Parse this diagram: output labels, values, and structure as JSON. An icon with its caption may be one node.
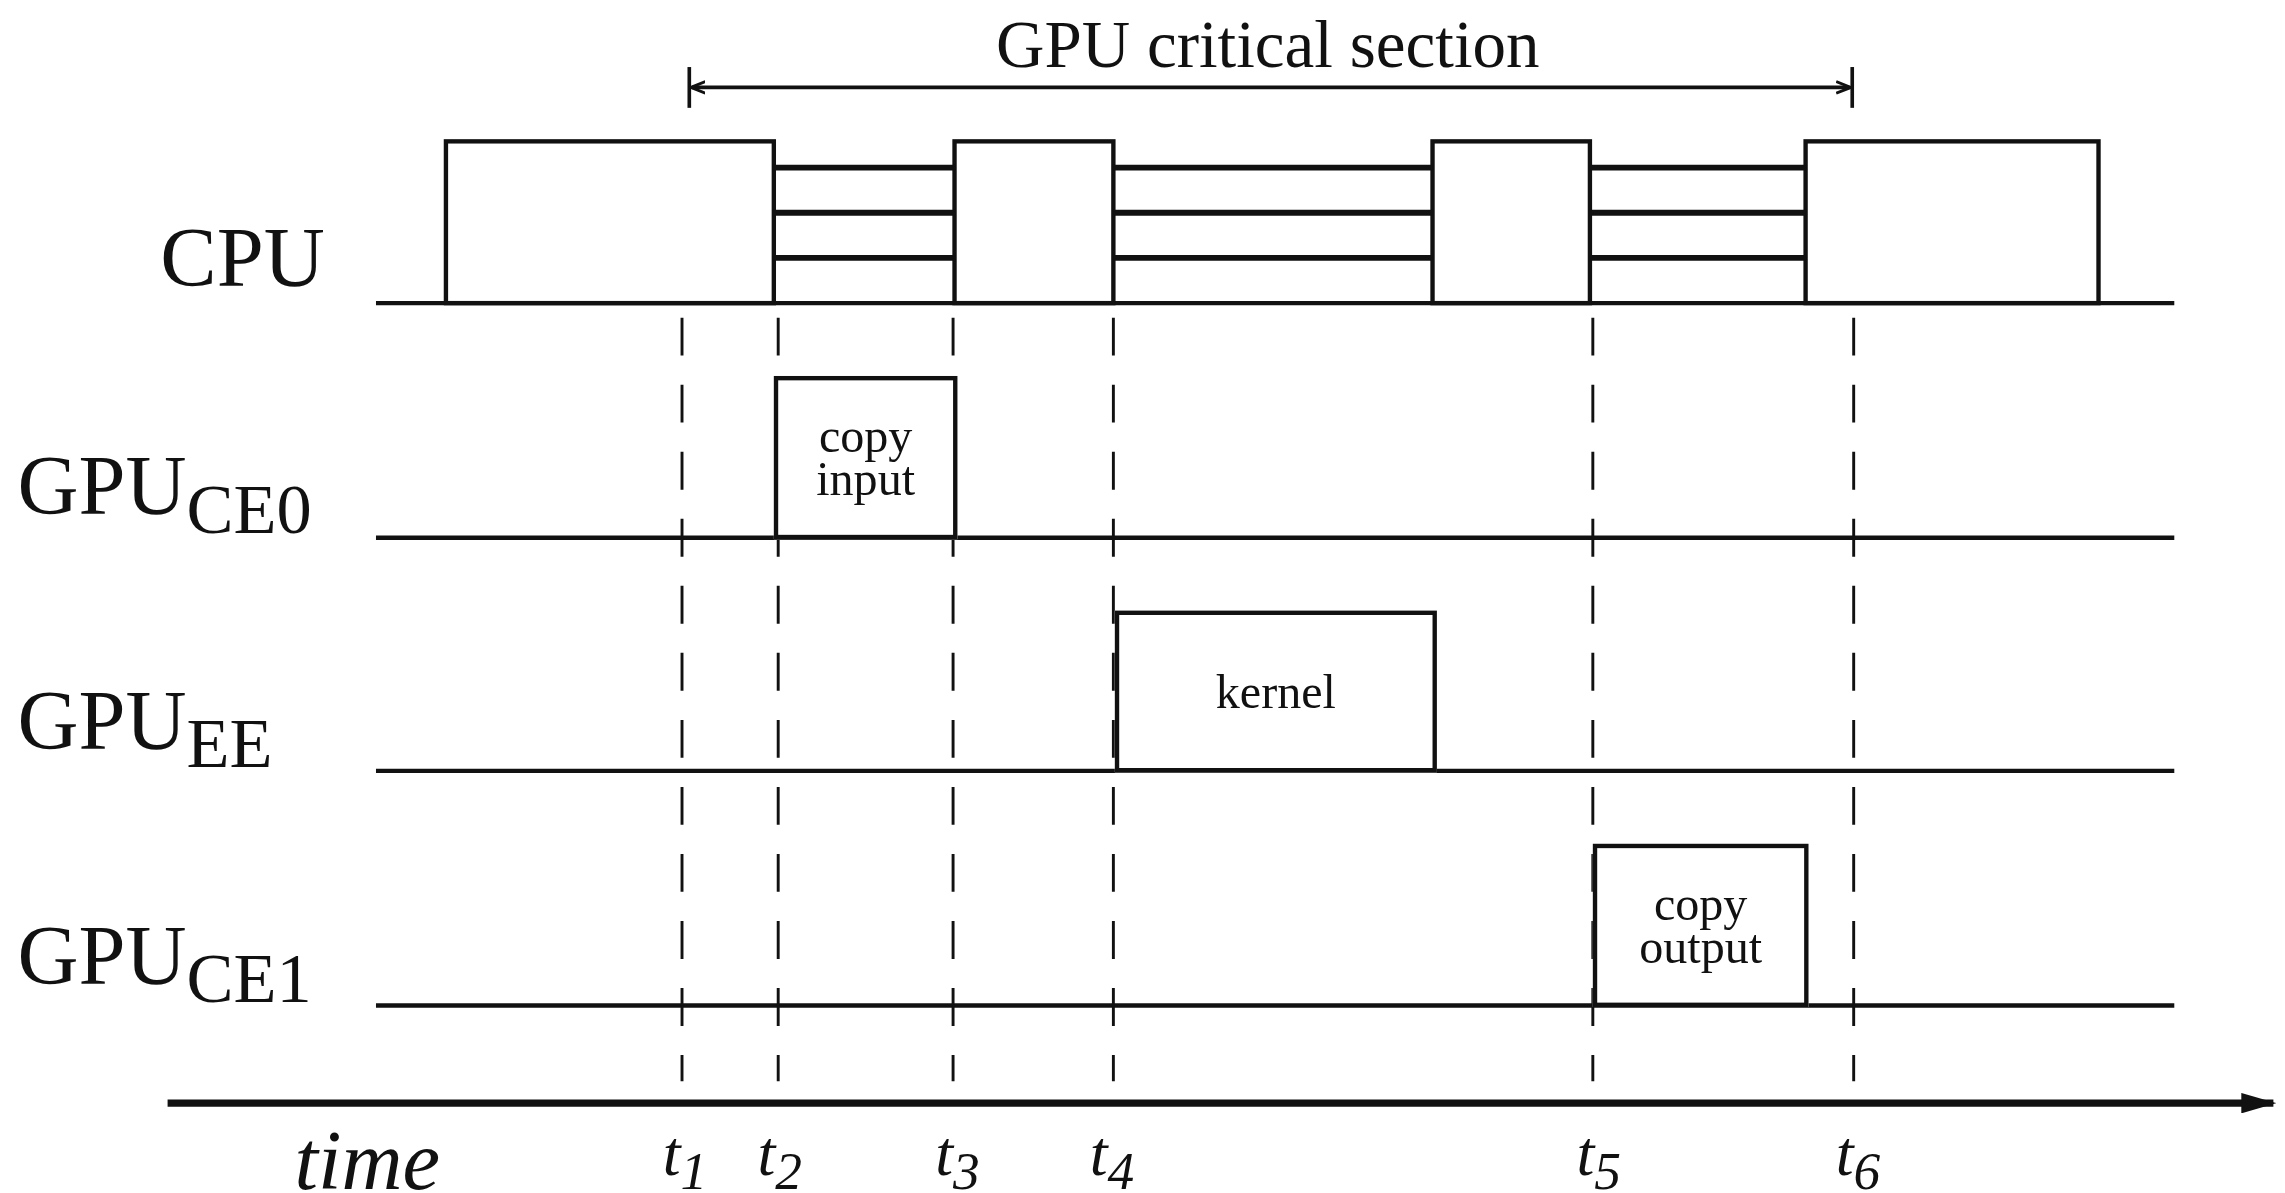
{
  "diagram": {
    "nodes": [
      {
        "text": [
          "copy input"
        ]
      },
      {
        "text": [
          "kernel"
        ]
      },
      {
        "text": [
          "copy output"
        ]
      }
    ],
    "labels": [
      "GPU critical section",
      "CPU",
      "GPU$_{CE0}$",
      "GPU$_{EE}$",
      "GPU$_{CE1}$",
      "time",
      "t$_{1}$",
      "t$_{2}$",
      "t$_{3}$",
      "t$_{4}$",
      "t$_{5}$",
      "t$_{6}$"
    ]
  }
}
